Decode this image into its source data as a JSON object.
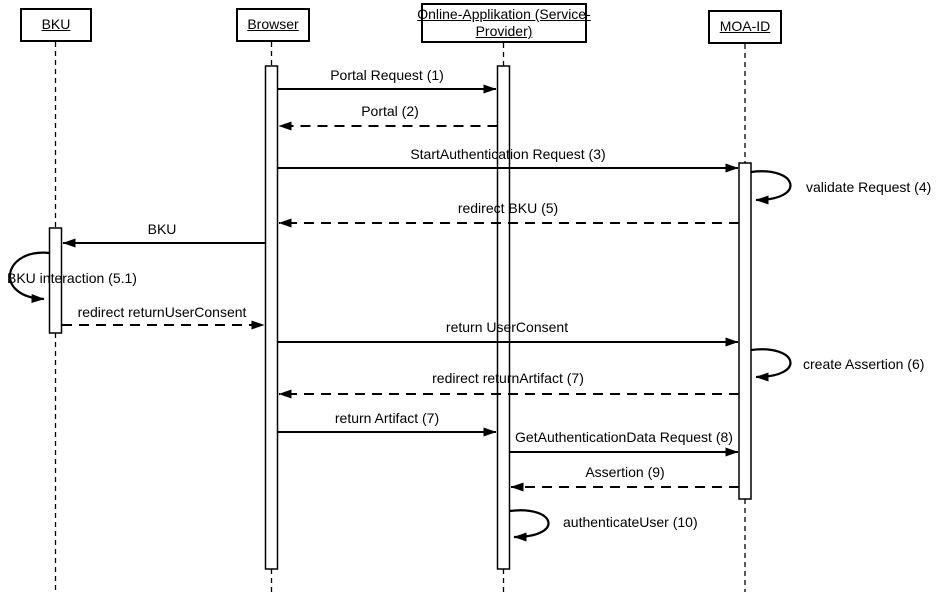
{
  "diagram": {
    "type": "sequence-diagram",
    "colors": {
      "line": "#000000",
      "background": "#ffffff"
    },
    "actors": [
      {
        "id": "bku",
        "label": "BKU",
        "label_lines": [
          "BKU"
        ]
      },
      {
        "id": "browser",
        "label": "Browser",
        "label_lines": [
          "Browser"
        ]
      },
      {
        "id": "online_app",
        "label": "Online-Applikation (Service-Provider)",
        "label_lines": [
          "Online-Applikation (Service-",
          "Provider)"
        ]
      },
      {
        "id": "moa_id",
        "label": "MOA-ID",
        "label_lines": [
          "MOA-ID"
        ]
      }
    ],
    "messages": [
      {
        "label": "Portal Request (1)",
        "from": "browser",
        "to": "online_app",
        "style": "solid"
      },
      {
        "label": "Portal (2)",
        "from": "online_app",
        "to": "browser",
        "style": "dashed"
      },
      {
        "label": "StartAuthentication Request (3)",
        "from": "browser",
        "to": "moa_id",
        "style": "solid"
      },
      {
        "label": "validate Request (4)",
        "from": "moa_id",
        "to": "moa_id",
        "style": "self"
      },
      {
        "label": "redirect BKU (5)",
        "from": "moa_id",
        "to": "browser",
        "style": "dashed"
      },
      {
        "label": "BKU",
        "from": "browser",
        "to": "bku",
        "style": "solid"
      },
      {
        "label": "BKU interaction (5.1)",
        "from": "bku",
        "to": "bku",
        "style": "self"
      },
      {
        "label": "redirect returnUserConsent",
        "from": "bku",
        "to": "browser",
        "style": "dashed"
      },
      {
        "label": "return UserConsent",
        "from": "browser",
        "to": "moa_id",
        "style": "solid"
      },
      {
        "label": "create Assertion (6)",
        "from": "moa_id",
        "to": "moa_id",
        "style": "self"
      },
      {
        "label": "redirect returnArtifact (7)",
        "from": "moa_id",
        "to": "browser",
        "style": "dashed"
      },
      {
        "label": "return Artifact (7)",
        "from": "browser",
        "to": "online_app",
        "style": "solid"
      },
      {
        "label": "GetAuthenticationData Request (8)",
        "from": "online_app",
        "to": "moa_id",
        "style": "solid"
      },
      {
        "label": "Assertion (9)",
        "from": "moa_id",
        "to": "online_app",
        "style": "dashed"
      },
      {
        "label": "authenticateUser (10)",
        "from": "online_app",
        "to": "online_app",
        "style": "self"
      }
    ]
  }
}
